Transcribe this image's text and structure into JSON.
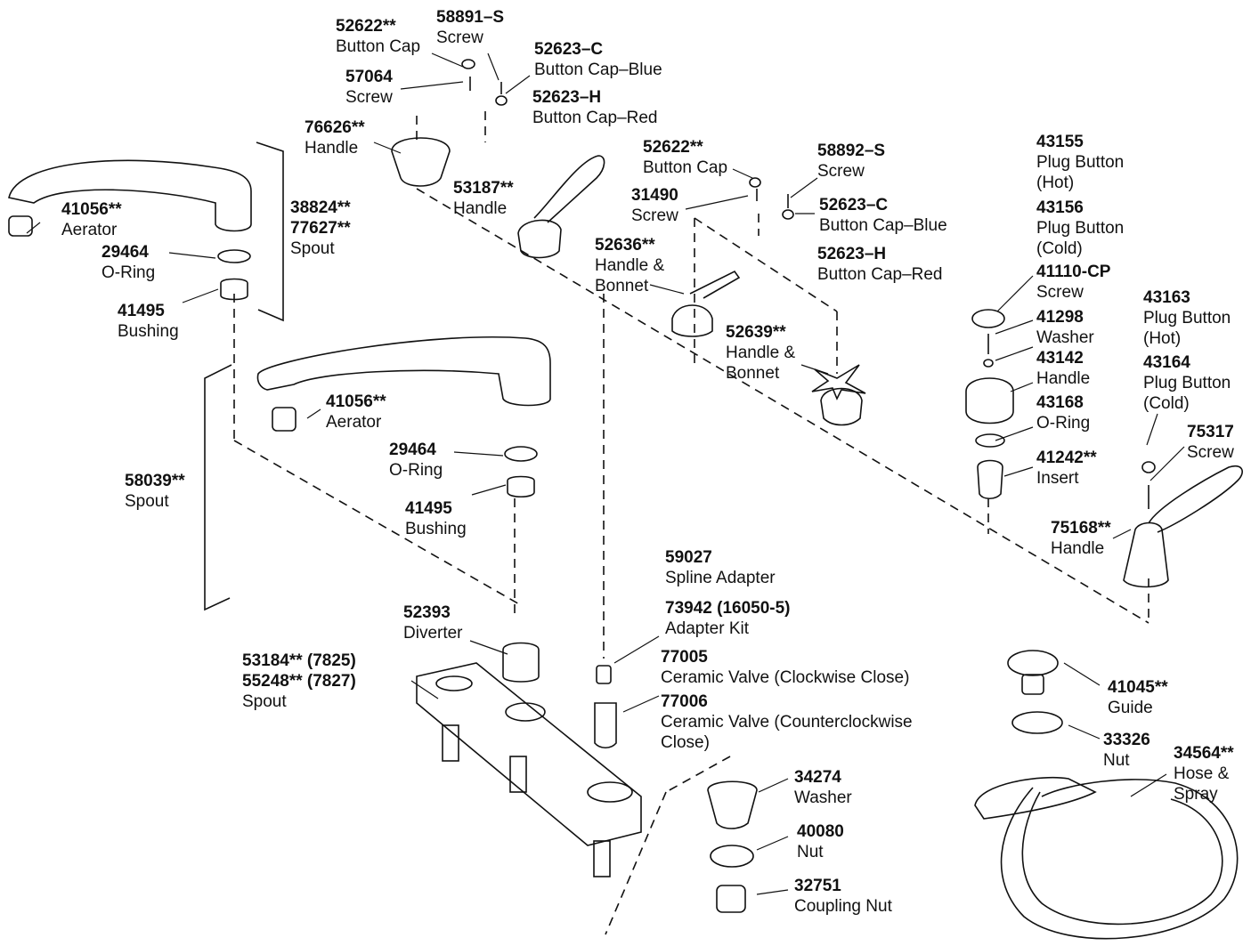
{
  "parts": {
    "p52622a": {
      "num": "52622**",
      "name": "Button Cap"
    },
    "p58891s": {
      "num": "58891–S",
      "name": "Screw"
    },
    "p52623c_a": {
      "num": "52623–C",
      "name": "Button Cap–Blue"
    },
    "p57064": {
      "num": "57064",
      "name": "Screw"
    },
    "p52623h_a": {
      "num": "52623–H",
      "name": "Button Cap–Red"
    },
    "p76626": {
      "num": "76626**",
      "name": "Handle"
    },
    "p52622b": {
      "num": "52622**",
      "name": "Button Cap"
    },
    "p58892s": {
      "num": "58892–S",
      "name": "Screw"
    },
    "p53187": {
      "num": "53187**",
      "name": "Handle"
    },
    "p31490": {
      "num": "31490",
      "name": "Screw"
    },
    "p52623c_b": {
      "num": "52623–C",
      "name": "Button Cap–Blue"
    },
    "p52623h_b": {
      "num": "52623–H",
      "name": "Button Cap–Red"
    },
    "p52636": {
      "num": "52636**",
      "name1": "Handle &",
      "name2": "Bonnet"
    },
    "p52639": {
      "num": "52639**",
      "name1": "Handle &",
      "name2": "Bonnet"
    },
    "p41056a": {
      "num": "41056**",
      "name": "Aerator"
    },
    "p38824": {
      "num": "38824**",
      "num2": "77627**",
      "name": "Spout"
    },
    "p29464a": {
      "num": "29464",
      "name": "O-Ring"
    },
    "p41495a": {
      "num": "41495",
      "name": "Bushing"
    },
    "p41056b": {
      "num": "41056**",
      "name": "Aerator"
    },
    "p29464b": {
      "num": "29464",
      "name": "O-Ring"
    },
    "p41495b": {
      "num": "41495",
      "name": "Bushing"
    },
    "p58039": {
      "num": "58039**",
      "name": "Spout"
    },
    "p43155": {
      "num": "43155",
      "name1": "Plug Button",
      "name2": "(Hot)"
    },
    "p43156": {
      "num": "43156",
      "name1": "Plug Button",
      "name2": "(Cold)"
    },
    "p41110": {
      "num": "41110-CP",
      "name": "Screw"
    },
    "p41298": {
      "num": "41298",
      "name": "Washer"
    },
    "p43142": {
      "num": "43142",
      "name": "Handle"
    },
    "p43168": {
      "num": "43168",
      "name": "O-Ring"
    },
    "p41242": {
      "num": "41242**",
      "name": "Insert"
    },
    "p43163": {
      "num": "43163",
      "name1": "Plug Button",
      "name2": "(Hot)"
    },
    "p43164": {
      "num": "43164",
      "name1": "Plug Button",
      "name2": "(Cold)"
    },
    "p75317": {
      "num": "75317",
      "name": "Screw"
    },
    "p75168": {
      "num": "75168**",
      "name": "Handle"
    },
    "p59027": {
      "num": "59027",
      "name": "Spline Adapter"
    },
    "p73942": {
      "num": "73942  (16050-5)",
      "name": "Adapter Kit"
    },
    "p52393": {
      "num": "52393",
      "name": "Diverter"
    },
    "p77005": {
      "num": "77005",
      "name": "Ceramic Valve (Clockwise Close)"
    },
    "p77006": {
      "num": "77006",
      "name1": "Ceramic Valve (Counterclockwise",
      "name2": "Close)"
    },
    "p53184": {
      "num": "53184** (7825)",
      "num2": "55248** (7827)",
      "name": "Spout"
    },
    "p34274": {
      "num": "34274",
      "name": "Washer"
    },
    "p40080": {
      "num": "40080",
      "name": "Nut"
    },
    "p32751": {
      "num": "32751",
      "name": "Coupling Nut"
    },
    "p41045": {
      "num": "41045**",
      "name": "Guide"
    },
    "p33326": {
      "num": "33326",
      "name": "Nut"
    },
    "p34564": {
      "num": "34564**",
      "name1": "Hose &",
      "name2": "Spray"
    }
  }
}
